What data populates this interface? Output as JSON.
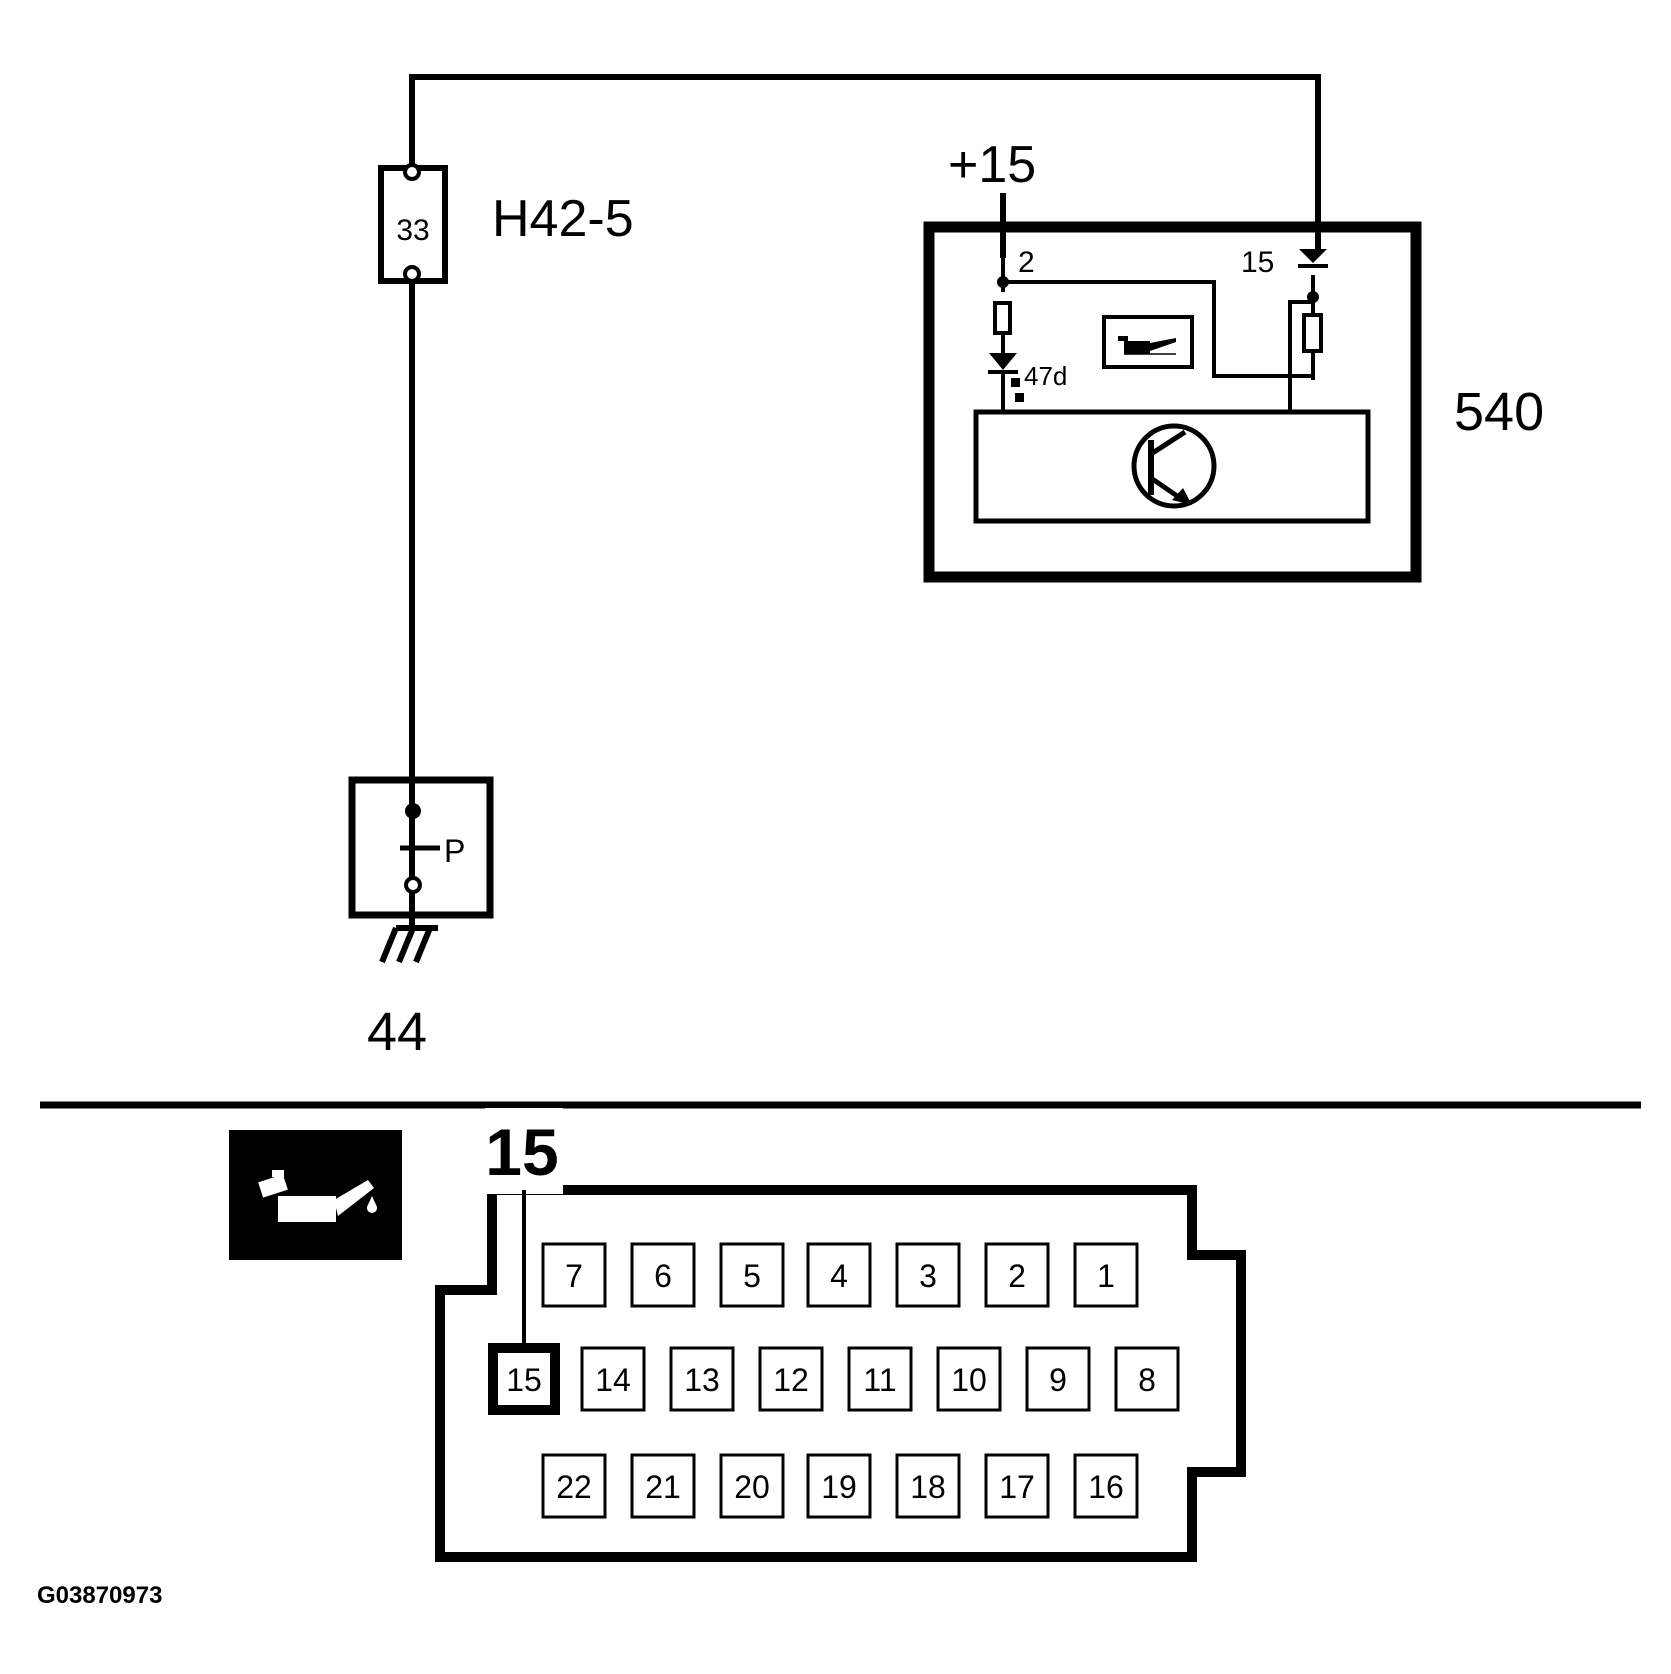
{
  "fuse": {
    "number": "33",
    "label": "H42-5"
  },
  "supply_label": "+15",
  "component": {
    "label": "540",
    "pin_left": "2",
    "pin_right": "15",
    "bulb_label": "47d",
    "icon": "oil-can-icon"
  },
  "switch": {
    "label": "44",
    "letter": "P"
  },
  "connector": {
    "highlight_pin": "15",
    "highlight_label": "15",
    "rows": [
      [
        "7",
        "6",
        "5",
        "4",
        "3",
        "2",
        "1"
      ],
      [
        "15",
        "14",
        "13",
        "12",
        "11",
        "10",
        "9",
        "8"
      ],
      [
        "22",
        "21",
        "20",
        "19",
        "18",
        "17",
        "16"
      ]
    ]
  },
  "legend_icon": "oil-pressure-icon",
  "figure_id": "G03870973"
}
